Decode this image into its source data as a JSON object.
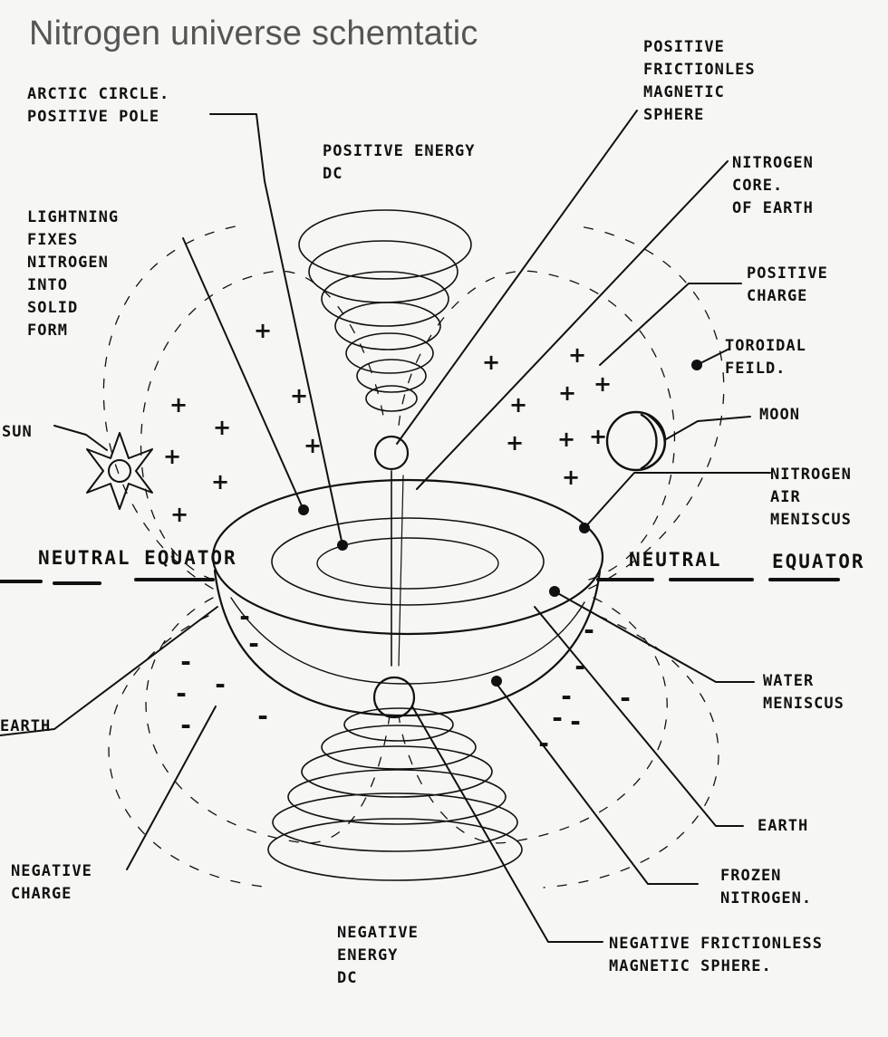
{
  "title": "Nitrogen universe schemtatic",
  "labels": {
    "arctic_circle": "ARCTIC CIRCLE.\nPOSITIVE POLE",
    "positive_sphere": "POSITIVE\nFRICTIONLES\nMAGNETIC\nSPHERE",
    "positive_energy": "POSITIVE ENERGY\nDC",
    "nitrogen_core": "NITROGEN\nCORE.\nOF EARTH",
    "lightning": "LIGHTNING\nFIXES\nNITROGEN\nINTO\nSOLID\nFORM",
    "positive_charge": "POSITIVE\nCHARGE",
    "toroidal_field": "TOROIDAL\nFEILD.",
    "sun": "SUN",
    "moon": "MOON",
    "nitrogen_air": "NITROGEN\nAIR\nMENISCUS",
    "neutral_left": "NEUTRAL EQUATOR",
    "neutral_right_a": "NEUTRAL",
    "neutral_right_b": "EQUATOR",
    "water_meniscus": "WATER\nMENISCUS",
    "earth_left": "EARTH",
    "earth_right": "EARTH",
    "negative_charge": "NEGATIVE\nCHARGE",
    "frozen_nitrogen": "FROZEN\nNITROGEN.",
    "negative_energy": "NEGATIVE\nENERGY\nDC",
    "negative_sphere": "NEGATIVE FRICTIONLESS\nMAGNETIC SPHERE."
  },
  "symbols": {
    "plus": "+",
    "minus": "-"
  }
}
